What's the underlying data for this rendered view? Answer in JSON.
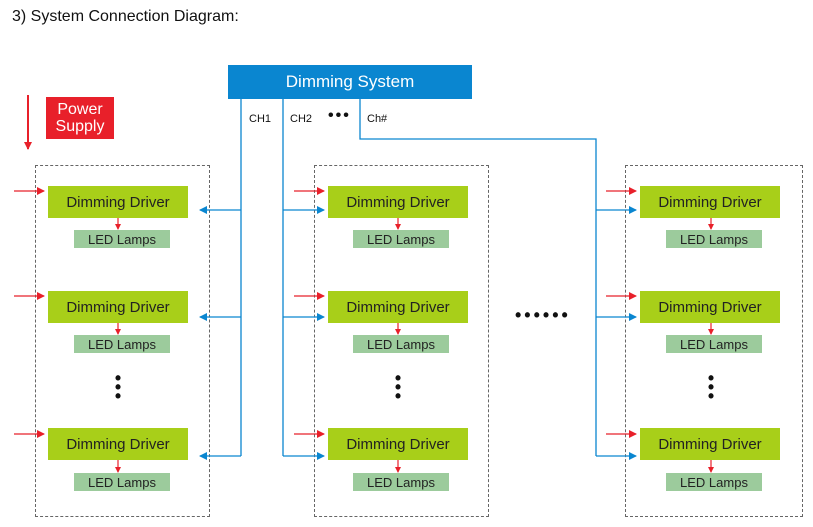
{
  "heading": "3) System Connection Diagram:",
  "system": {
    "label": "Dimming System"
  },
  "power": {
    "line1": "Power",
    "line2": "Supply"
  },
  "channels": {
    "ch1": "CH1",
    "ch2": "CH2",
    "more": "•••",
    "chn": "Ch#"
  },
  "groups": [
    {
      "units": [
        {
          "driver": "Dimming Driver",
          "lamp": "LED Lamps"
        },
        {
          "driver": "Dimming Driver",
          "lamp": "LED Lamps"
        },
        {
          "driver": "Dimming Driver",
          "lamp": "LED Lamps"
        }
      ],
      "ellipsis": "•\n•\n•"
    },
    {
      "units": [
        {
          "driver": "Dimming Driver",
          "lamp": "LED Lamps"
        },
        {
          "driver": "Dimming Driver",
          "lamp": "LED Lamps"
        },
        {
          "driver": "Dimming Driver",
          "lamp": "LED Lamps"
        }
      ],
      "ellipsis": "•\n•\n•"
    },
    {
      "units": [
        {
          "driver": "Dimming Driver",
          "lamp": "LED Lamps"
        },
        {
          "driver": "Dimming Driver",
          "lamp": "LED Lamps"
        },
        {
          "driver": "Dimming Driver",
          "lamp": "LED Lamps"
        }
      ],
      "ellipsis": "•\n•\n•"
    }
  ],
  "between_groups": "••••••",
  "colors": {
    "system": "#0a86d0",
    "power": "#e8202a",
    "driver": "#a8cf19",
    "lamp": "#9ccb9c",
    "wire": "#0a86d0",
    "power_arrow": "#e8202a"
  }
}
